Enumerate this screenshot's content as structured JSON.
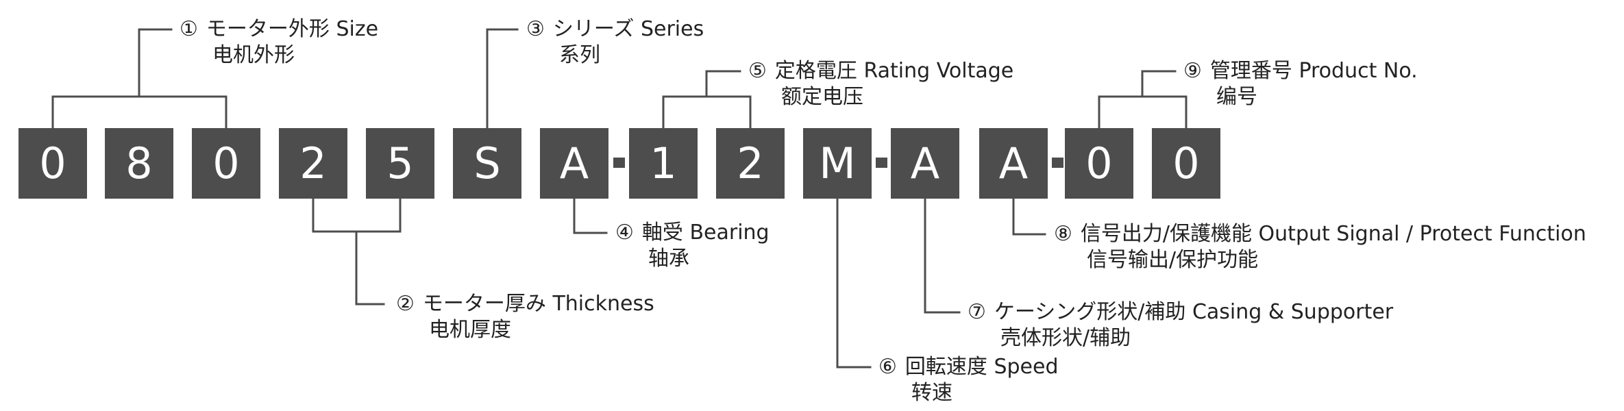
{
  "code_boxes": [
    "0",
    "8",
    "0",
    "2",
    "5",
    "S",
    "A",
    "1",
    "2",
    "M",
    "A",
    "A",
    "0",
    "0"
  ],
  "separator": "-",
  "labels": {
    "l1": {
      "num": "①",
      "jp": "モーター外形 Size",
      "cn": "电机外形"
    },
    "l2": {
      "num": "②",
      "jp": "モーター厚み Thickness",
      "cn": "电机厚度"
    },
    "l3": {
      "num": "③",
      "jp": "シリーズ Series",
      "cn": "系列"
    },
    "l4": {
      "num": "④",
      "jp": "軸受 Bearing",
      "cn": "轴承"
    },
    "l5": {
      "num": "⑤",
      "jp": "定格電圧 Rating Voltage",
      "cn": "额定电压"
    },
    "l6": {
      "num": "⑥",
      "jp": "回転速度 Speed",
      "cn": "转速"
    },
    "l7": {
      "num": "⑦",
      "jp": "ケーシング形状/補助 Casing & Supporter",
      "cn": "壳体形状/辅助"
    },
    "l8": {
      "num": "⑧",
      "jp": "信号出力/保護機能 Output Signal / Protect Function",
      "cn": "信号输出/保护功能"
    },
    "l9": {
      "num": "⑨",
      "jp": "管理番号 Product No.",
      "cn": "编号"
    }
  },
  "colors": {
    "box": "#4d4d4d",
    "box_text": "#ffffff",
    "line": "#4d4d4d",
    "label_text": "#222222"
  }
}
